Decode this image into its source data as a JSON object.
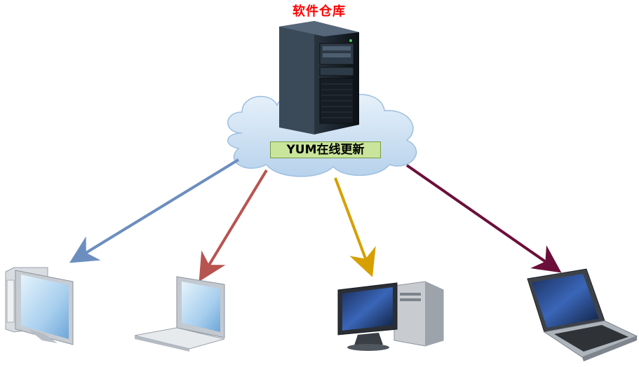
{
  "diagram": {
    "repository_label": "软件仓库",
    "cloud_label": "YUM在线更新",
    "colors": {
      "title": "#ff0000",
      "cloud_fill": "#c6dcf0",
      "label_fill": "#c9e59b",
      "arrow_blue": "#6c8ebf",
      "arrow_red": "#b85450",
      "arrow_gold": "#d6a000",
      "arrow_maroon": "#6b0f3a"
    },
    "nodes": [
      {
        "id": "server",
        "icon": "server-tower-icon"
      },
      {
        "id": "client1",
        "icon": "all-in-one-pc-icon"
      },
      {
        "id": "client2",
        "icon": "laptop-icon"
      },
      {
        "id": "client3",
        "icon": "desktop-pc-icon"
      },
      {
        "id": "client4",
        "icon": "notebook-icon"
      }
    ]
  }
}
